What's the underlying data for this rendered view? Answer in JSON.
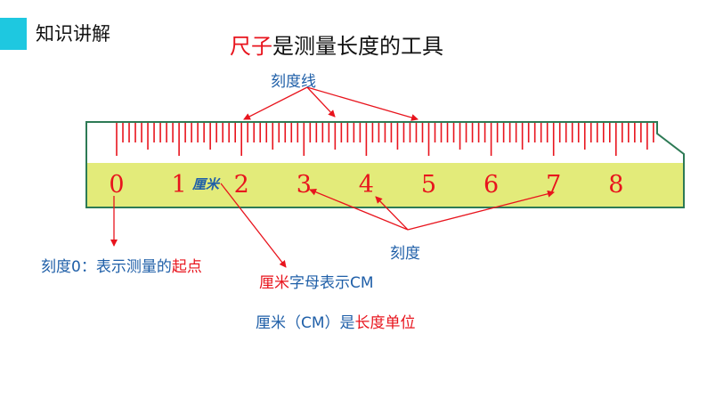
{
  "header": {
    "section_title": "知识讲解",
    "title_highlight": "尺子",
    "title_rest": "是测量长度的工具"
  },
  "ruler": {
    "numbers": [
      "0",
      "1",
      "2",
      "3",
      "4",
      "5",
      "6",
      "7",
      "8"
    ],
    "unit_label": "厘米",
    "body_color": "#e3eb7a",
    "tick_color": "#e8141d",
    "border_color": "#2d7a55"
  },
  "annotations": {
    "tick_marks_label": "刻度线",
    "scale_label": "刻度",
    "zero_prefix": "刻度0：表示测量的",
    "zero_highlight": "起点",
    "cm_highlight": "厘米",
    "cm_rest": "字母表示CM",
    "unit_prefix": "厘米（CM）是",
    "unit_highlight": "长度单位"
  },
  "colors": {
    "accent": "#1ec8e0",
    "highlight_red": "#e8141d",
    "text_blue": "#1f5fa8"
  }
}
